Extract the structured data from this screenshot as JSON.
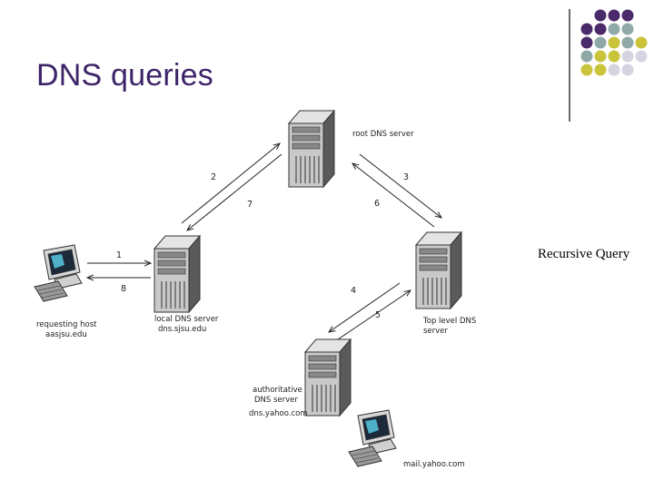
{
  "slide": {
    "title": "DNS queries",
    "side_label": "Recursive Query"
  },
  "decor": {
    "dot_colors": [
      "#4a2a6a",
      "#8fa9a8",
      "#c9c43c",
      "#d6d4e0"
    ],
    "title_color": "#3d2468"
  },
  "diagram": {
    "nodes": {
      "root": {
        "label": "root DNS server"
      },
      "local": {
        "label_line1": "local DNS server",
        "label_line2": "dns.sjsu.edu"
      },
      "tld": {
        "label_line1": "Top level DNS",
        "label_line2": "server"
      },
      "auth": {
        "label_line1": "authoritative",
        "label_line2": "DNS server",
        "label_line3": "dns.yahoo.com"
      },
      "host": {
        "label_line1": "requesting host",
        "label_line2": "aasjsu.edu"
      },
      "dest": {
        "label": "mail.yahoo.com"
      }
    },
    "arrows": {
      "a1": "1",
      "a2": "2",
      "a3": "3",
      "a4": "4",
      "a5": "5",
      "a6": "6",
      "a7": "7",
      "a8": "8"
    }
  }
}
